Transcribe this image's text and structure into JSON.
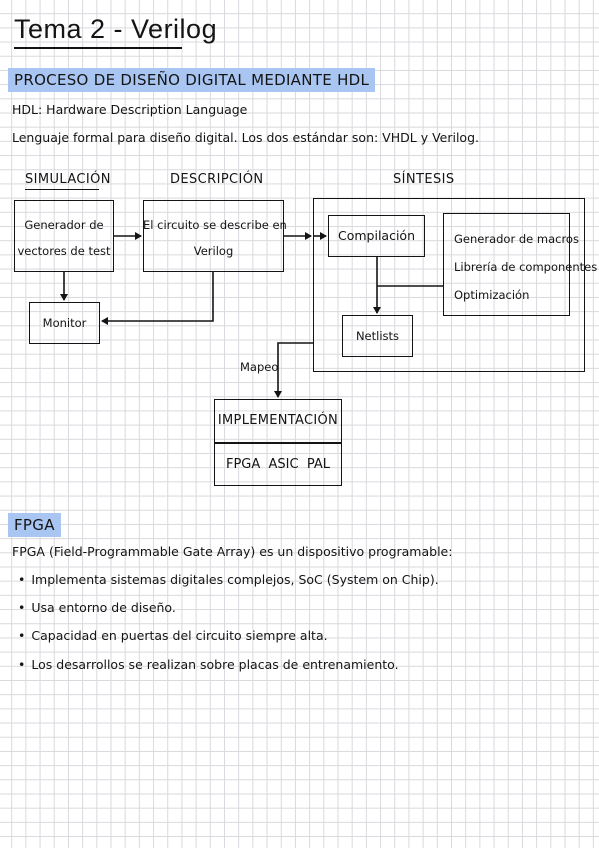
{
  "title": "Tema 2 - Verilog",
  "section1": {
    "heading": "PROCESO DE DISEÑO DIGITAL MEDIANTE HDL",
    "line1": "HDL: Hardware Description Language",
    "line2": "Lenguaje formal para diseño digital. Los dos estándar son: VHDL y Verilog."
  },
  "diagram": {
    "label_simulacion": "SIMULACIÓN",
    "label_descripcion": "DESCRIPCIÓN",
    "label_sintesis": "SÍNTESIS",
    "box_generador_l1": "Generador de",
    "box_generador_l2": "vectores de test",
    "box_circuito_l1": "El circuito se describe en",
    "box_circuito_l2": "Verilog",
    "box_monitor": "Monitor",
    "box_compilacion": "Compilación",
    "box_netlists": "Netlists",
    "macros_l1": "Generador de macros",
    "macros_l2": "Librería de componentes",
    "macros_l3": "Optimización",
    "mapeo": "Mapeo",
    "impl_title": "IMPLEMENTACIÓN",
    "impl_targets": "FPGA  ASIC  PAL"
  },
  "section2": {
    "heading": "FPGA",
    "intro": "FPGA (Field-Programmable Gate Array) es un dispositivo programable:",
    "bullets": [
      "Implementa sistemas digitales complejos, SoC (System on Chip).",
      "Usa entorno de diseño.",
      "Capacidad en puertas del circuito siempre alta.",
      "Los desarrollos se realizan sobre placas de entrenamiento."
    ]
  }
}
